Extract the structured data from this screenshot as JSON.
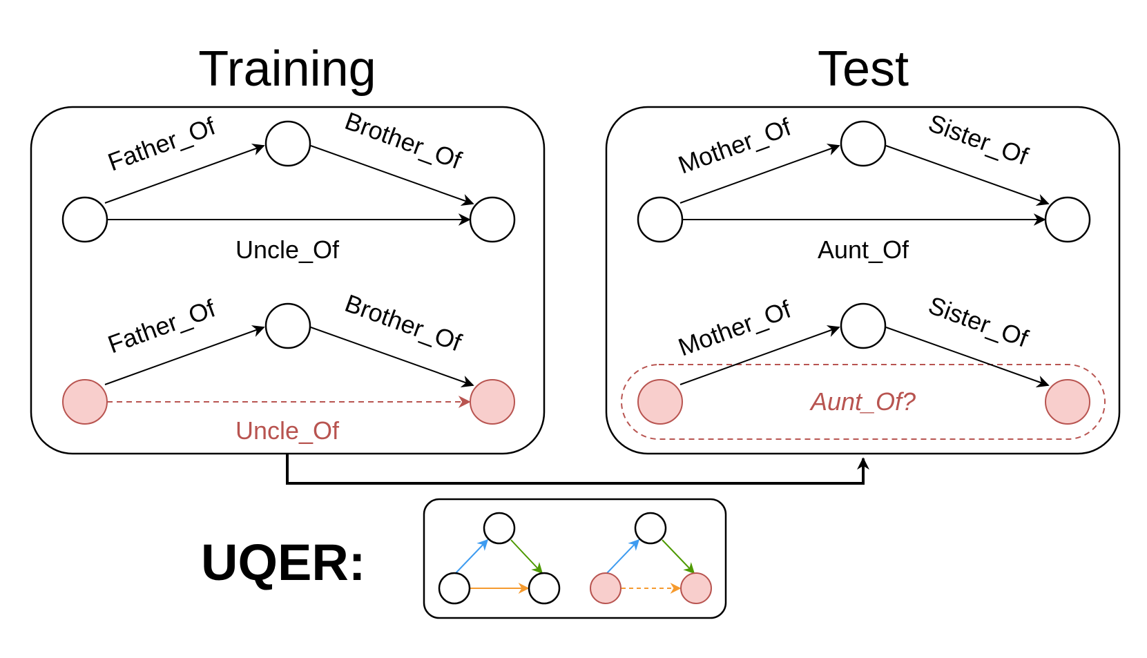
{
  "colors": {
    "highlight_fill": "#f8cecc",
    "highlight_stroke": "#b85450",
    "blue": "#3d9bf0",
    "green": "#4d9900",
    "orange": "#f59a2e"
  },
  "training": {
    "title": "Training",
    "top": {
      "r1": "Father_Of",
      "r2": "Brother_Of",
      "r3": "Uncle_Of"
    },
    "bottom": {
      "r1": "Father_Of",
      "r2": "Brother_Of",
      "r3": "Uncle_Of"
    }
  },
  "test": {
    "title": "Test",
    "top": {
      "r1": "Mother_Of",
      "r2": "Sister_Of",
      "r3": "Aunt_Of"
    },
    "bottom": {
      "r1": "Mother_Of",
      "r2": "Sister_Of",
      "query": "Aunt_Of?"
    }
  },
  "uqer": {
    "label": "UQER:"
  }
}
